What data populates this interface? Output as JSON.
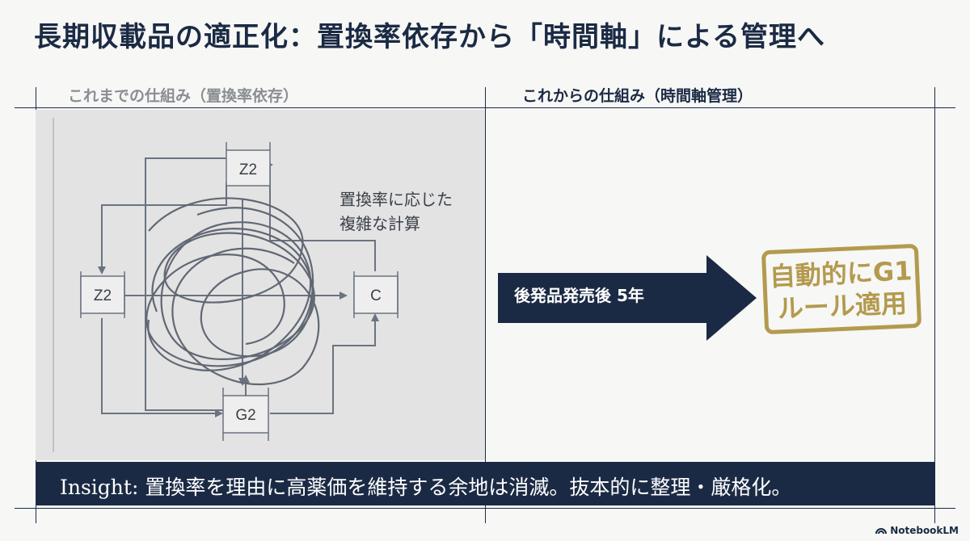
{
  "title": "長期収載品の適正化：置換率依存から「時間軸」による管理へ",
  "left_panel": {
    "heading": "これまでの仕組み（置換率依存）",
    "nodes": {
      "top": "Z2",
      "left": "Z2",
      "right": "C",
      "bottom": "G2"
    },
    "note_line1": "置換率に応じた",
    "note_line2": "複雑な計算"
  },
  "right_panel": {
    "heading": "これからの仕組み（時間軸管理）",
    "arrow_label": "後発品発売後 5年",
    "stamp_line1": "自動的にG1",
    "stamp_line2": "ルール適用"
  },
  "insight": "Insight: 置換率を理由に高薬価を維持する余地は消滅。抜本的に整理・厳格化。",
  "branding": {
    "logo_text": "NotebookLM",
    "logo_icon": "notebooklm-icon"
  },
  "colors": {
    "navy": "#1b2a44",
    "gold": "#b39a4e",
    "panel_gray": "#e3e3e3"
  }
}
